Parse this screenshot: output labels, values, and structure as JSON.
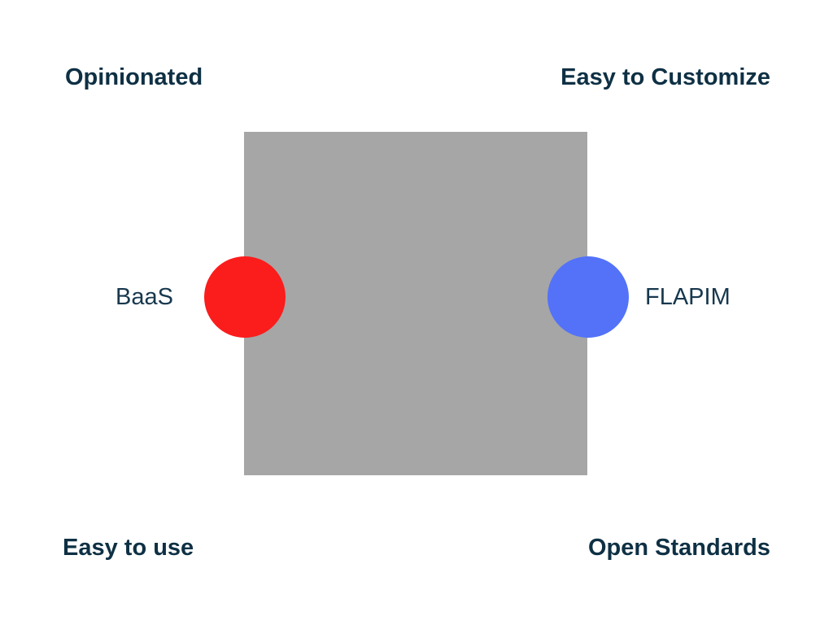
{
  "diagram": {
    "type": "quadrant-comparison",
    "quadrant_labels": {
      "top_left": "Opinionated",
      "top_right": "Easy to Customize",
      "bottom_left": "Easy to use",
      "bottom_right": "Open Standards"
    },
    "points": [
      {
        "label": "BaaS",
        "color": "#fb1c1c",
        "position": "middle of left edge of square"
      },
      {
        "label": "FLAPIM",
        "color": "#5372f8",
        "position": "middle of right edge of square"
      }
    ],
    "colors": {
      "square": "#a6a6a6",
      "background": "#ffffff",
      "heading_text": "#0e3044",
      "point_label_text": "#17384e"
    }
  }
}
